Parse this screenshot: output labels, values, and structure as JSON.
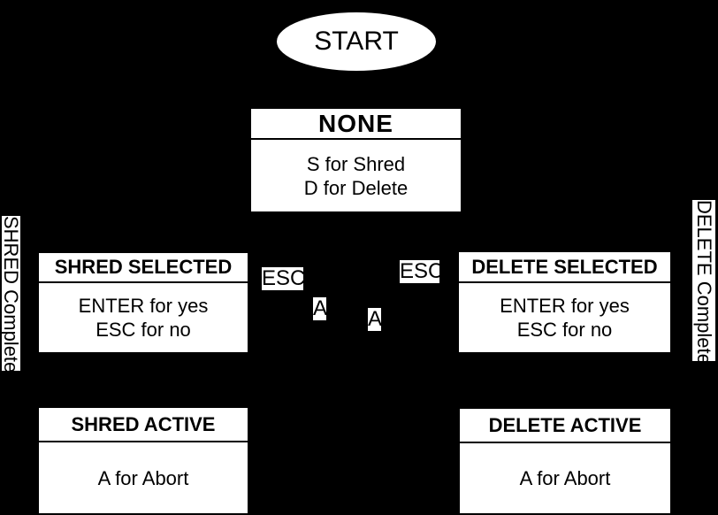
{
  "colors": {
    "background": "#000000",
    "node_fill": "#ffffff",
    "node_text": "#000000"
  },
  "start": {
    "label": "START"
  },
  "states": {
    "none": {
      "title": "NONE",
      "lines": [
        "S for Shred",
        "D for Delete"
      ]
    },
    "shred_selected": {
      "title": "SHRED SELECTED",
      "lines": [
        "ENTER for yes",
        "ESC for no"
      ]
    },
    "delete_selected": {
      "title": "DELETE SELECTED",
      "lines": [
        "ENTER for yes",
        "ESC for no"
      ]
    },
    "shred_active": {
      "title": "SHRED ACTIVE",
      "lines": [
        "A for Abort"
      ]
    },
    "delete_active": {
      "title": "DELETE ACTIVE",
      "lines": [
        "A for Abort"
      ]
    }
  },
  "edge_labels": {
    "esc_left": "ESC",
    "esc_right": "ESC",
    "a_left": "A",
    "a_right": "A",
    "shred_complete": "SHRED Complete",
    "delete_complete": "DELETE Complete"
  }
}
